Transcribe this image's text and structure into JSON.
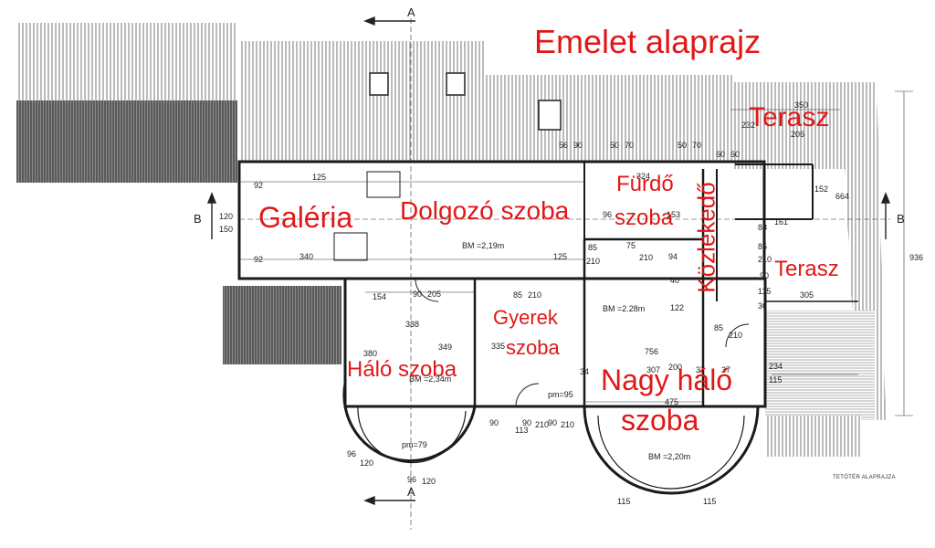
{
  "title": "Emelet alaprajz",
  "caption": "TETŐTÉR ALAPRAJZA",
  "section_marks": {
    "a_top": "A",
    "a_bottom": "A",
    "b_left": "B",
    "b_right": "B"
  },
  "rooms": {
    "galeria": "Galéria",
    "dolgozo": "Dolgozó szoba",
    "furdo_1": "Fürdő",
    "furdo_2": "szoba",
    "terasz_top": "Terasz",
    "kozlekedo": "Közlekedő",
    "terasz_right": "Terasz",
    "gyerek_1": "Gyerek",
    "gyerek_2": "szoba",
    "halo": "Háló szoba",
    "nagy_1": "Nagy háló",
    "nagy_2": "szoba"
  },
  "heights": {
    "dolgozo": "BM =2,19m",
    "middle": "BM =2.28m",
    "halo": "BM =2,34m",
    "nagy": "BM =2,20m",
    "pm_halo": "pm=79",
    "pm_mid": "pm=95"
  },
  "dimensions": {
    "d350": "350",
    "d232": "232",
    "d206": "206",
    "d152": "152",
    "d664": "664",
    "d936": "936",
    "d125a": "125",
    "d92a": "92",
    "d92b": "92",
    "d120": "120",
    "d150": "150",
    "d340": "340",
    "d125b": "125",
    "d85a": "85",
    "d210a": "210",
    "d75": "75",
    "d210b": "210",
    "d94": "94",
    "d161": "161",
    "d88": "88",
    "d85b": "85",
    "d210c": "210",
    "d90a": "90",
    "d115": "115",
    "d305": "305",
    "d36": "36",
    "d154": "154",
    "d90b": "90",
    "d205": "205",
    "d338": "338",
    "d380": "380",
    "d349": "349",
    "d335": "335",
    "d756": "756",
    "d200": "200",
    "d307": "307",
    "d475": "475",
    "d234": "234",
    "d115b": "115",
    "d34": "34",
    "d122": "122",
    "d40": "40",
    "d324": "324",
    "d96a": "96",
    "d153": "153",
    "d56a": "56",
    "d90c": "90",
    "d50a": "50",
    "d70a": "70",
    "d50b": "50",
    "d70b": "70",
    "d60a": "60",
    "d60b": "60",
    "d85c": "85",
    "d210d": "210",
    "d37a": "37",
    "d37b": "37",
    "d85d": "85",
    "d210e": "210",
    "d90d": "90",
    "d113": "113",
    "d90e": "90",
    "d210f": "210",
    "d90f": "90",
    "d210g": "210",
    "d96b": "96",
    "d120b": "120",
    "d96c": "96",
    "d120c": "120",
    "d115c": "115",
    "d115d": "115"
  },
  "colors": {
    "label": "#e01818",
    "line": "#1a1a1a",
    "hatch": "#555555",
    "dark": "#3a3a3a"
  }
}
